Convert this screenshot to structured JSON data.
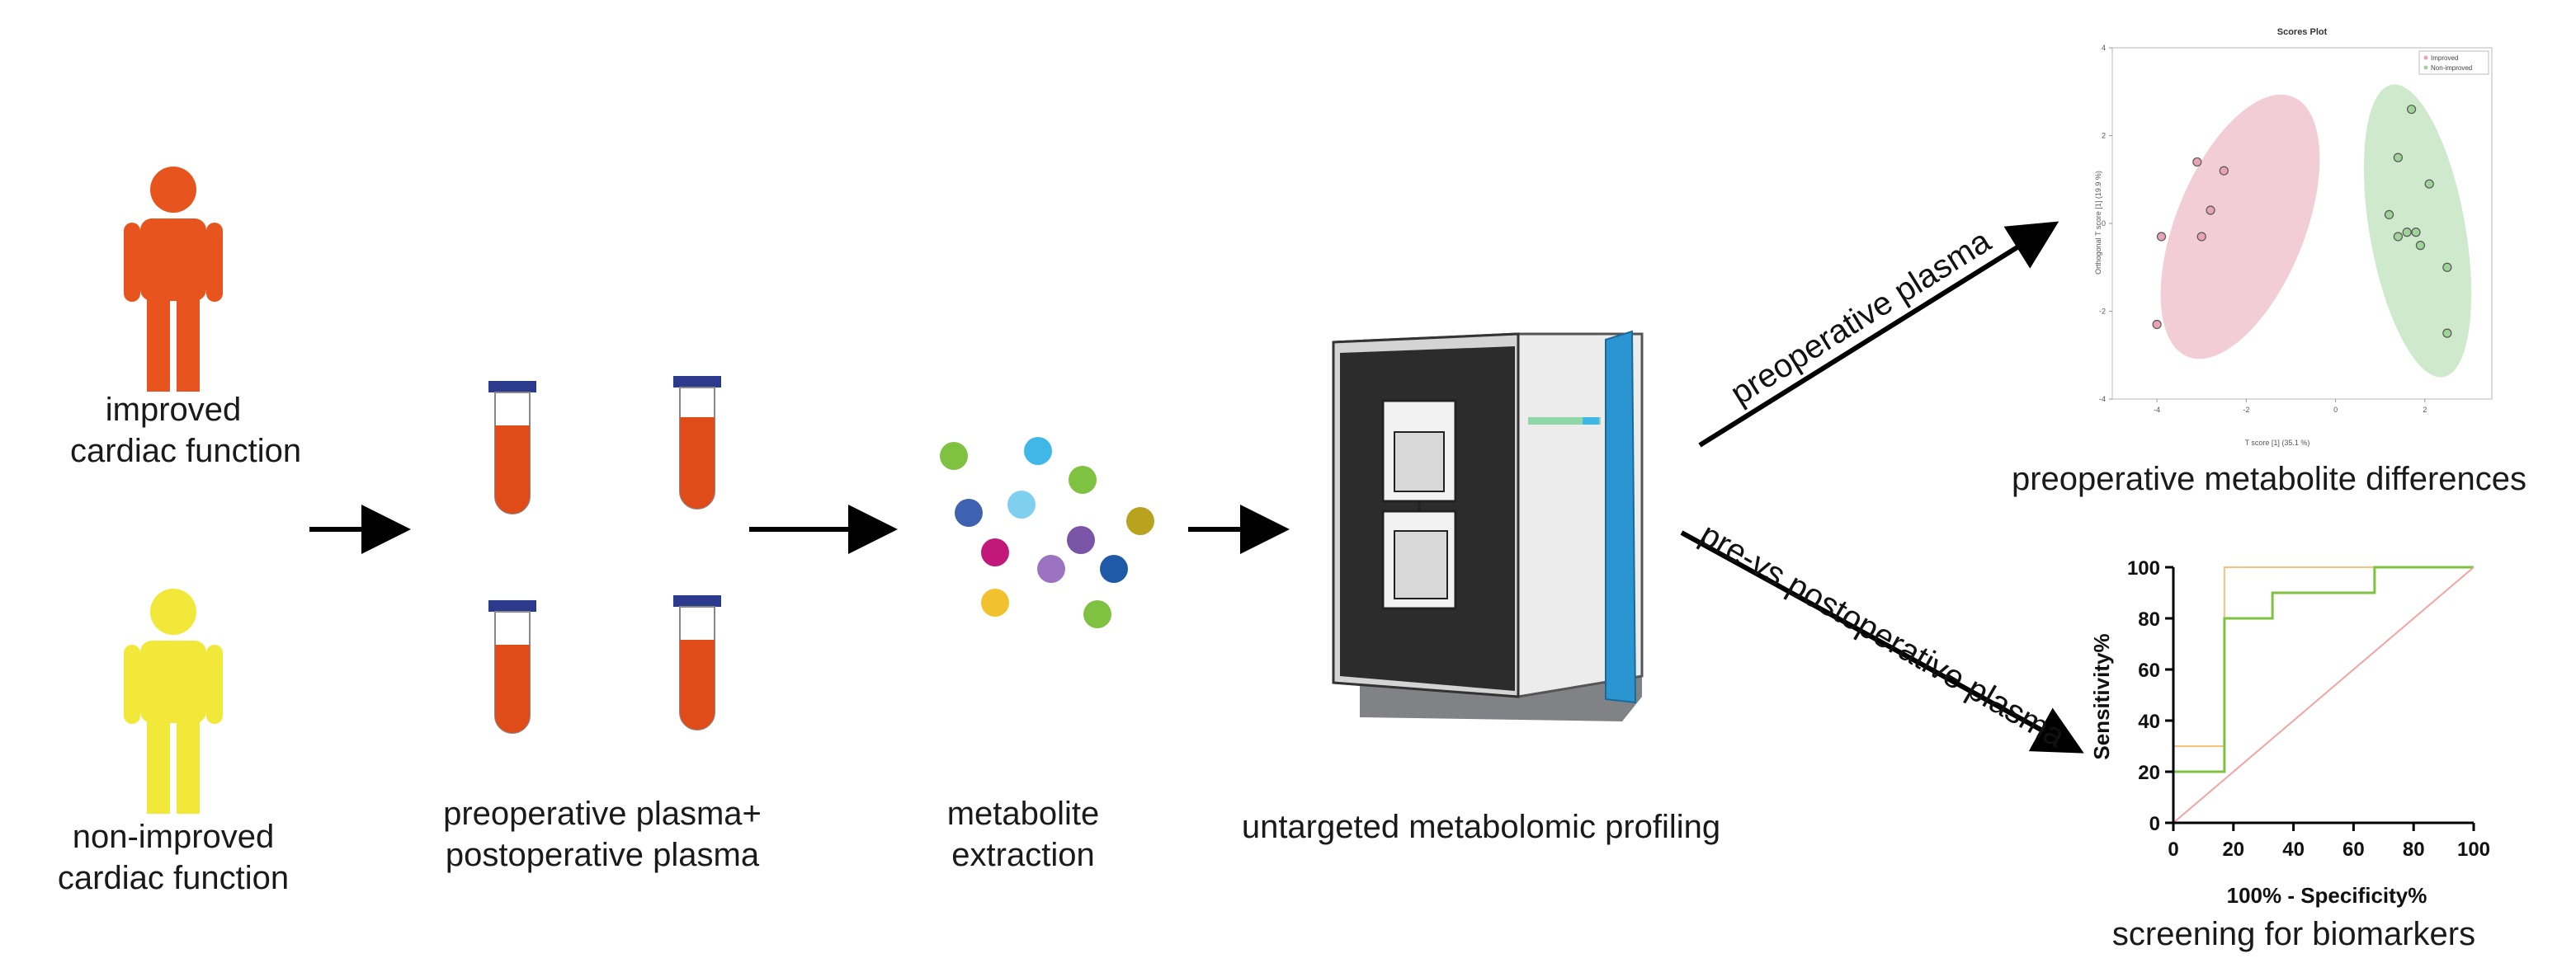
{
  "groups": [
    {
      "line1": "improved",
      "line2": "cardiac function",
      "color": "#e8541d"
    },
    {
      "line1": "non-improved",
      "line2": "cardiac function",
      "color": "#f1e83a"
    }
  ],
  "steps": {
    "plasma": {
      "line1": "preoperative plasma+",
      "line2": "postoperative plasma",
      "tube_liquid": "#e04b1a",
      "tube_cap": "#2b3a8c"
    },
    "extraction": {
      "line1": "metabolite",
      "line2": "extraction"
    },
    "profiling": {
      "label": "untargeted metabolomic profiling",
      "accent": "#2a95d0"
    }
  },
  "branches": {
    "upper": "preoperative plasma",
    "lower": "pre-vs postoperative plasma"
  },
  "scores_plot": {
    "title": "Scores Plot",
    "xlabel": "T score [1] (35.1 %)",
    "ylabel": "Orthogonal T score [1] (19.9 %)",
    "caption": "preoperative metabolite differences",
    "legend": [
      "Improved",
      "Non-improved"
    ],
    "xticks": [
      "-4",
      "-2",
      "0",
      "2"
    ],
    "yticks": [
      "4",
      "2",
      "0",
      "-2",
      "-4"
    ],
    "colors": [
      "#e8a4b4",
      "#9fd39a"
    ]
  },
  "roc": {
    "ylabel": "Sensitivity%",
    "xlabel": "100% - Specificity%",
    "caption": "screening for biomarkers",
    "ticks": [
      "0",
      "20",
      "40",
      "60",
      "80",
      "100"
    ]
  },
  "chart_data": [
    {
      "type": "scatter",
      "title": "Scores Plot",
      "xlabel": "T score [1] (35.1 %)",
      "ylabel": "Orthogonal T score [1] (19.9 %)",
      "xlim": [
        -5,
        3.5
      ],
      "ylim": [
        -4,
        4
      ],
      "legend": "top-right",
      "series": [
        {
          "name": "Improved",
          "points": [
            [
              -4.0,
              -2.3
            ],
            [
              -3.9,
              -0.3
            ],
            [
              -3.1,
              1.4
            ],
            [
              -3.0,
              -0.3
            ],
            [
              -2.8,
              0.3
            ],
            [
              -2.5,
              1.2
            ]
          ]
        },
        {
          "name": "Non-improved",
          "points": [
            [
              1.2,
              0.2
            ],
            [
              1.4,
              1.5
            ],
            [
              1.4,
              -0.3
            ],
            [
              1.6,
              -0.2
            ],
            [
              1.7,
              2.6
            ],
            [
              1.8,
              -0.2
            ],
            [
              1.9,
              -0.5
            ],
            [
              2.1,
              0.9
            ],
            [
              2.5,
              -1.0
            ],
            [
              2.5,
              -2.5
            ]
          ]
        }
      ]
    },
    {
      "type": "line",
      "xlabel": "100% - Specificity%",
      "ylabel": "Sensitivity%",
      "xlim": [
        0,
        100
      ],
      "ylim": [
        0,
        100
      ],
      "series": [
        {
          "color": "#f6c27a",
          "x": [
            0,
            0,
            17,
            17,
            100
          ],
          "y": [
            0,
            30,
            30,
            100,
            100
          ]
        },
        {
          "color": "#7fc241",
          "x": [
            0,
            0,
            17,
            17,
            33,
            33,
            67,
            67,
            100
          ],
          "y": [
            0,
            20,
            20,
            80,
            80,
            90,
            90,
            100,
            100
          ]
        },
        {
          "color": "#f4a3a3",
          "x": [
            0,
            100
          ],
          "y": [
            0,
            100
          ]
        }
      ]
    }
  ]
}
